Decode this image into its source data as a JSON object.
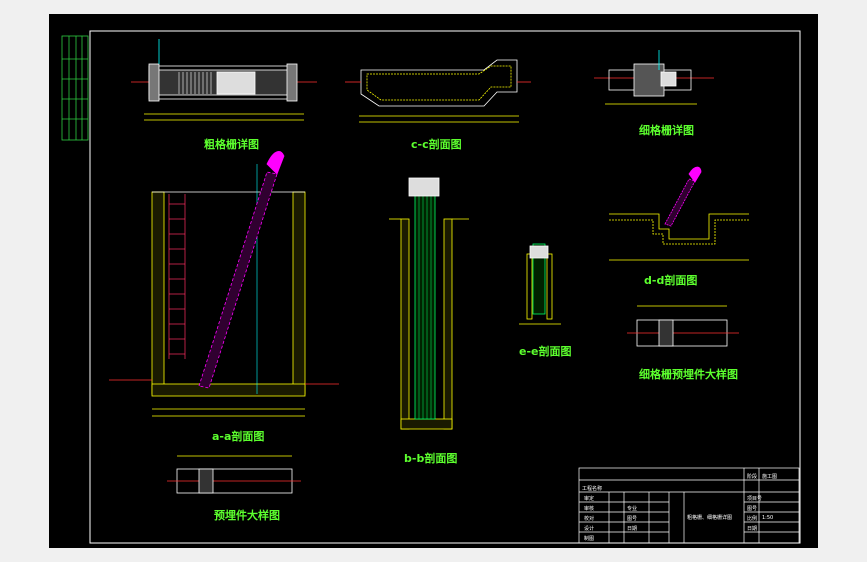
{
  "titles": {
    "coarse_screen": "粗格栅详图",
    "cc_section": "c-c剖面图",
    "fine_screen": "细格栅详图",
    "aa_section": "a-a剖面图",
    "bb_section": "b-b剖面图",
    "dd_section": "d-d剖面图",
    "ee_section": "e-e剖面图",
    "fine_embed": "细格栅预埋件大样图",
    "embed_detail": "预埋件大样图"
  },
  "title_block": {
    "project_name": "工程名称",
    "stage": "阶段",
    "stage_value": "施工图",
    "drawing_name": "粗格栅、细格栅详图",
    "rows": [
      "审定",
      "审核",
      "校对",
      "设计",
      "制图"
    ],
    "mid_rows": [
      "专业",
      "图号",
      "日期"
    ],
    "right_rows": [
      "项目号",
      "图号",
      "比例",
      "日期"
    ],
    "scale": "1:50"
  },
  "colors": {
    "background": "#000000",
    "lines": "#ffffff",
    "hatch": "#ffff00",
    "grate": "#ff00ff",
    "title_text": "#5cff2e",
    "dimension": "#00ffff"
  }
}
